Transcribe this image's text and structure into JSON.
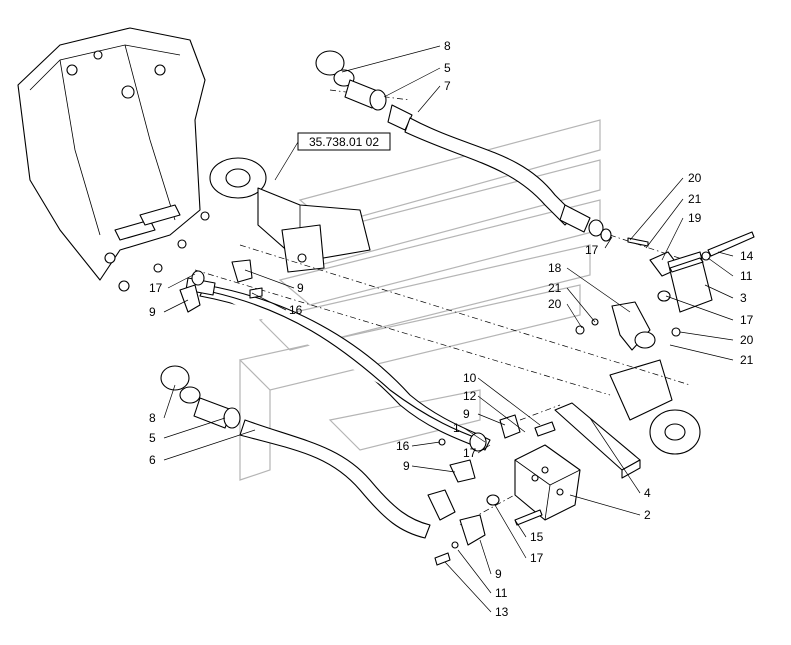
{
  "reference_box": "35.738.01 02",
  "callouts": [
    "8",
    "5",
    "7",
    "20",
    "21",
    "19",
    "14",
    "11",
    "3",
    "17",
    "20",
    "21",
    "18",
    "21",
    "20",
    "17",
    "9",
    "16",
    "9",
    "17",
    "8",
    "5",
    "6",
    "1",
    "16",
    "9",
    "10",
    "12",
    "9",
    "17",
    "4",
    "2",
    "15",
    "17",
    "9",
    "11",
    "13"
  ]
}
